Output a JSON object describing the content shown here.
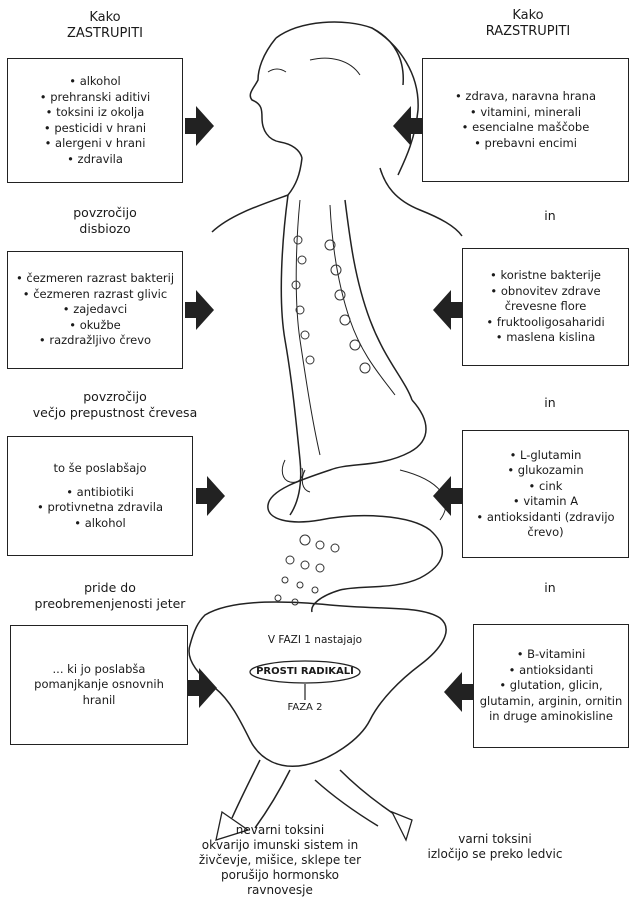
{
  "left": {
    "header": [
      "Kako",
      "ZASTRUPITI"
    ],
    "box1": [
      "alkohol",
      "prehranski aditivi",
      "toksini iz okolja",
      "pesticidi v hrani",
      "alergeni v hrani",
      "zdravila"
    ],
    "conn1": [
      "povzročijo",
      "disbiozo"
    ],
    "box2": [
      "čezmeren razrast bakterij",
      "čezmeren razrast glivic",
      "zajedavci",
      "okužbe",
      "razdražljivo črevo"
    ],
    "conn2": [
      "povzročijo",
      "večjo prepustnost črevesa"
    ],
    "box3_intro": "to še poslabšajo",
    "box3": [
      "antibiotiki",
      "protivnetna zdravila",
      "alkohol"
    ],
    "conn3": [
      "pride do",
      "preobremenjenosti jeter"
    ],
    "box4": [
      "... ki jo poslabša",
      "pomanjkanje osnovnih",
      "hranil"
    ]
  },
  "right": {
    "header": [
      "Kako",
      "RAZSTRUPITI"
    ],
    "box1": [
      "zdrava, naravna hrana",
      "vitamini, minerali",
      "esencialne maščobe",
      "prebavni encimi"
    ],
    "conn1": "in",
    "box2": [
      "koristne bakterije",
      "obnovitev zdrave črevesne flore",
      "fruktooligosaharidi",
      "maslena kislina"
    ],
    "conn2": "in",
    "box3": [
      "L-glutamin",
      "glukozamin",
      "cink",
      "vitamin A",
      "antioksidanti (zdravijo črevo)"
    ],
    "conn3": "in",
    "box4": [
      "B-vitamini",
      "antioksidanti",
      "glutation, glicin, glutamin, arginin, ornitin in druge aminokisline"
    ]
  },
  "center": {
    "phase1": "V FAZI 1 nastajajo",
    "radicals": "PROSTI RADIKALI",
    "phase2": "FAZA 2"
  },
  "bottom": {
    "left_text": [
      "nevarni toksini",
      "okvarijo imunski sistem in",
      "živčevje, mišice, sklepe ter",
      "porušijo hormonsko",
      "ravnovesje"
    ],
    "right_text": [
      "varni toksini",
      "izločijo se preko ledvic"
    ]
  }
}
